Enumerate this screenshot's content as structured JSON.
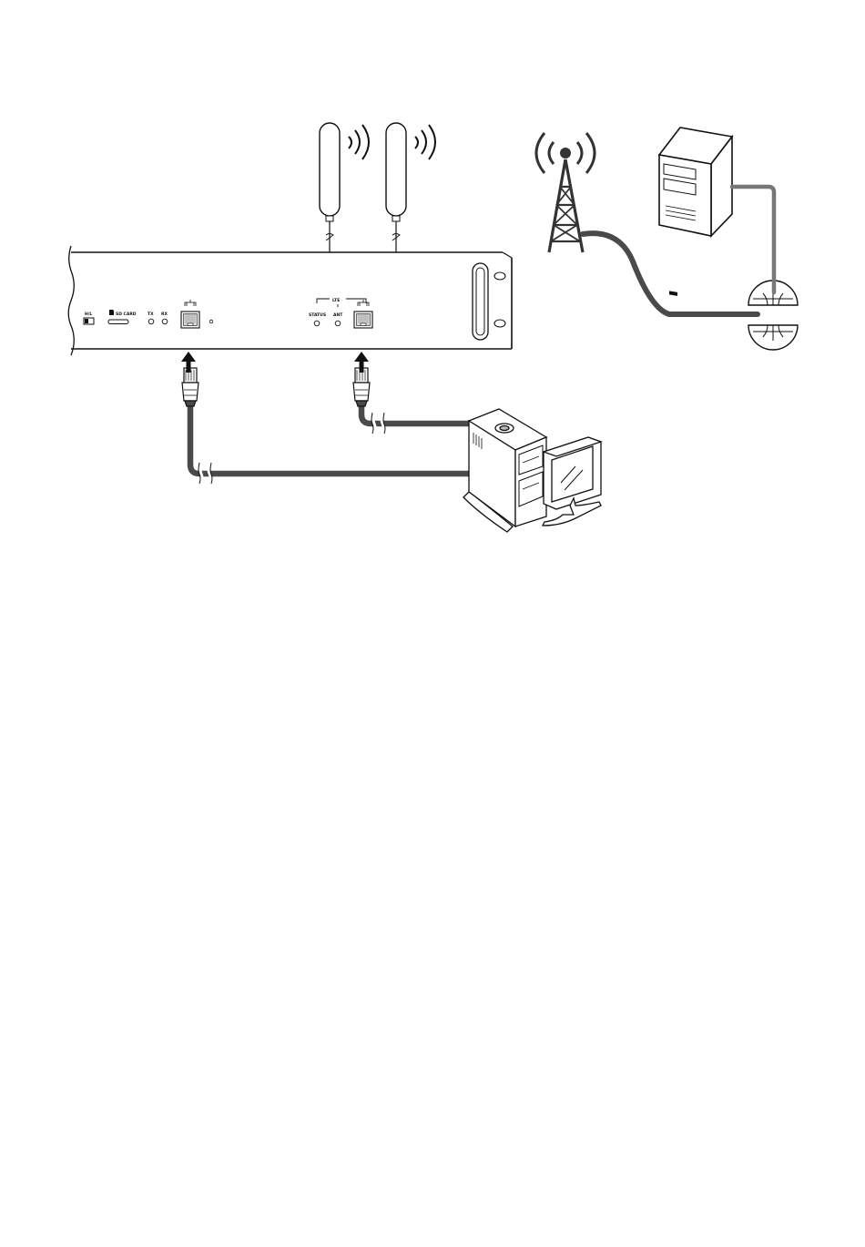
{
  "device": {
    "labels": {
      "switch": "H/L",
      "sd_card": "SD CARD",
      "tx": "TX",
      "rx": "RX",
      "lte_group": "LTE",
      "status": "STATUS",
      "ant": "ANT"
    }
  },
  "icons": {
    "antennas": "antenna-icon",
    "tower": "cell-tower-icon",
    "server": "server-icon",
    "internet": "globe-icon",
    "workstation": "workstation-icon",
    "ethernet": "ethernet-port-icon"
  },
  "colors": {
    "cable": "#4a4a4a",
    "outline": "#111111",
    "server_cable": "#777777"
  }
}
